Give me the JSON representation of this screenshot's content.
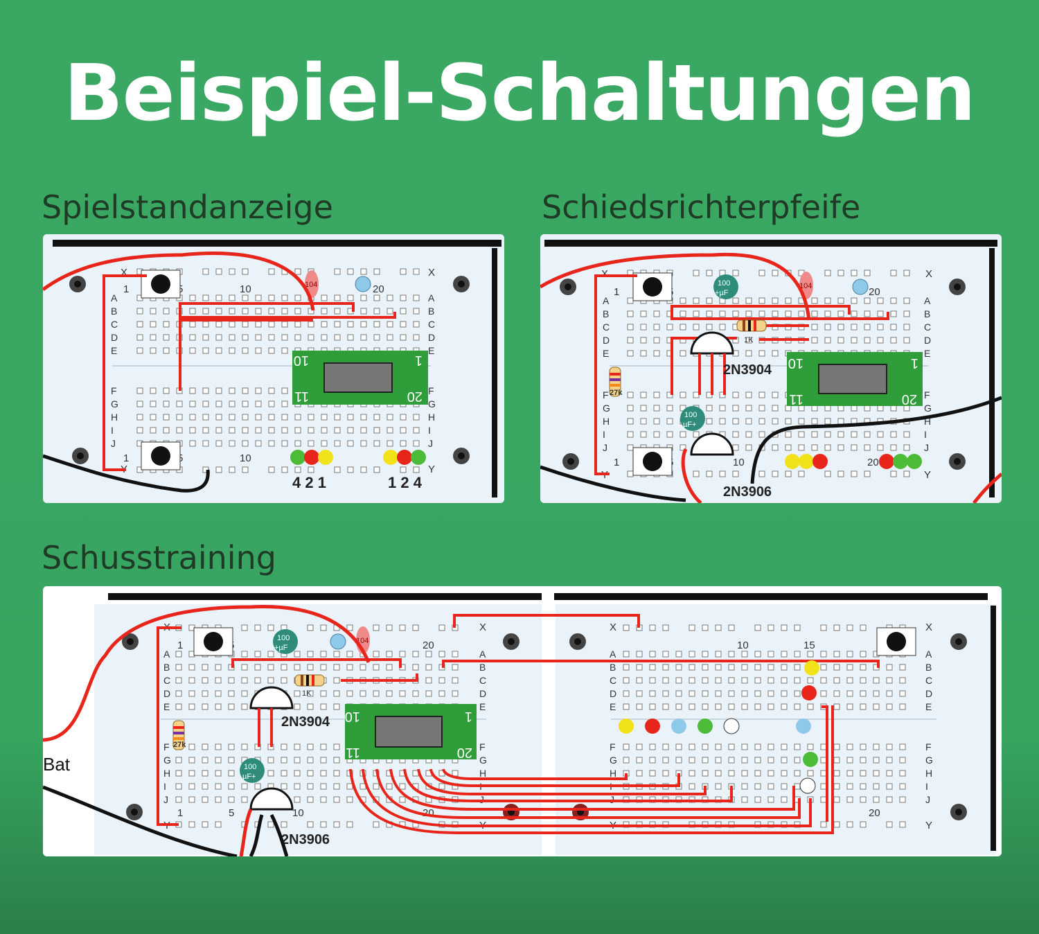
{
  "title": "Beispiel-Schaltungen",
  "sections": {
    "score": "Spielstandanzeige",
    "whistle": "Schiedsrichterpfeife",
    "shooting": "Schusstraining"
  },
  "rows_top": [
    "A",
    "B",
    "C",
    "D",
    "E"
  ],
  "rows_bottom": [
    "F",
    "G",
    "H",
    "I",
    "J"
  ],
  "rail_x": "X",
  "rail_y": "Y",
  "col_1": "1",
  "col_5": "5",
  "col_10": "10",
  "col_15": "15",
  "col_20": "20",
  "chip_pin10": "10",
  "chip_pin1": "1",
  "chip_pin11": "11",
  "chip_pin20": "20",
  "cap_ceramic": "104",
  "cap_elko_1": "100",
  "cap_elko_2": "+µF",
  "cap_elko_3": "µF+",
  "res_27k": "27k",
  "res_1k": "1K",
  "transistor_npn": "2N3904",
  "transistor_pnp": "2N3906",
  "led_group_left": "4 2 1",
  "led_group_right": "1 2 4",
  "battery": "Bat",
  "colors": {
    "background": "#3aa863",
    "wire_red": "#e8251b",
    "wire_black": "#111111",
    "pcb_green": "#2f9e3a",
    "led_yellow": "#f2e21a",
    "led_red": "#e8251b",
    "led_green": "#4cbb38",
    "led_blue": "#8fc9ea"
  }
}
